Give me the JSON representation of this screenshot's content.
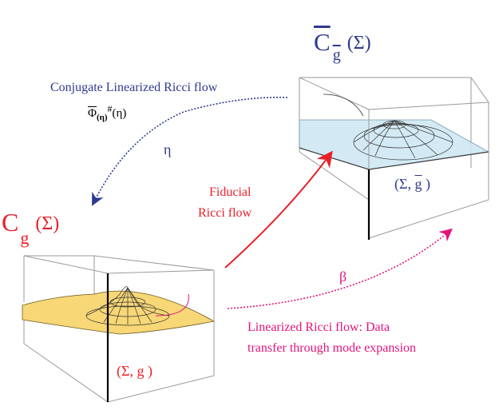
{
  "labels": {
    "conjugate_flow": "Conjugate Linearized Ricci flow",
    "phi_symbol": "Φ",
    "phi_sub": "(η)",
    "phi_sup": "#",
    "phi_arg": "(η)",
    "eta": "η",
    "fiducial_1": "Fiducial",
    "fiducial_2": "Ricci flow",
    "beta": "β",
    "lin_flow_1": "Linearized Ricci flow: Data",
    "lin_flow_2": "transfer through  mode expansion",
    "c_g_bar_C": "C",
    "c_g_bar_sub": "g",
    "c_g_bar_sigma": "(Σ)",
    "c_g_C": "C",
    "c_g_sub": "g",
    "c_g_sigma": "(Σ)",
    "sigma_g_bar_open": "(Σ, ",
    "sigma_g_bar_g": "g",
    "sigma_g_bar_close": " )",
    "sigma_g": "(Σ, g )"
  },
  "colors": {
    "red": "#e8202a",
    "blue": "#2f3a8f",
    "magenta": "#e0147d",
    "yellow_surface": "#f7d776",
    "blue_surface": "#cfe8f3"
  }
}
